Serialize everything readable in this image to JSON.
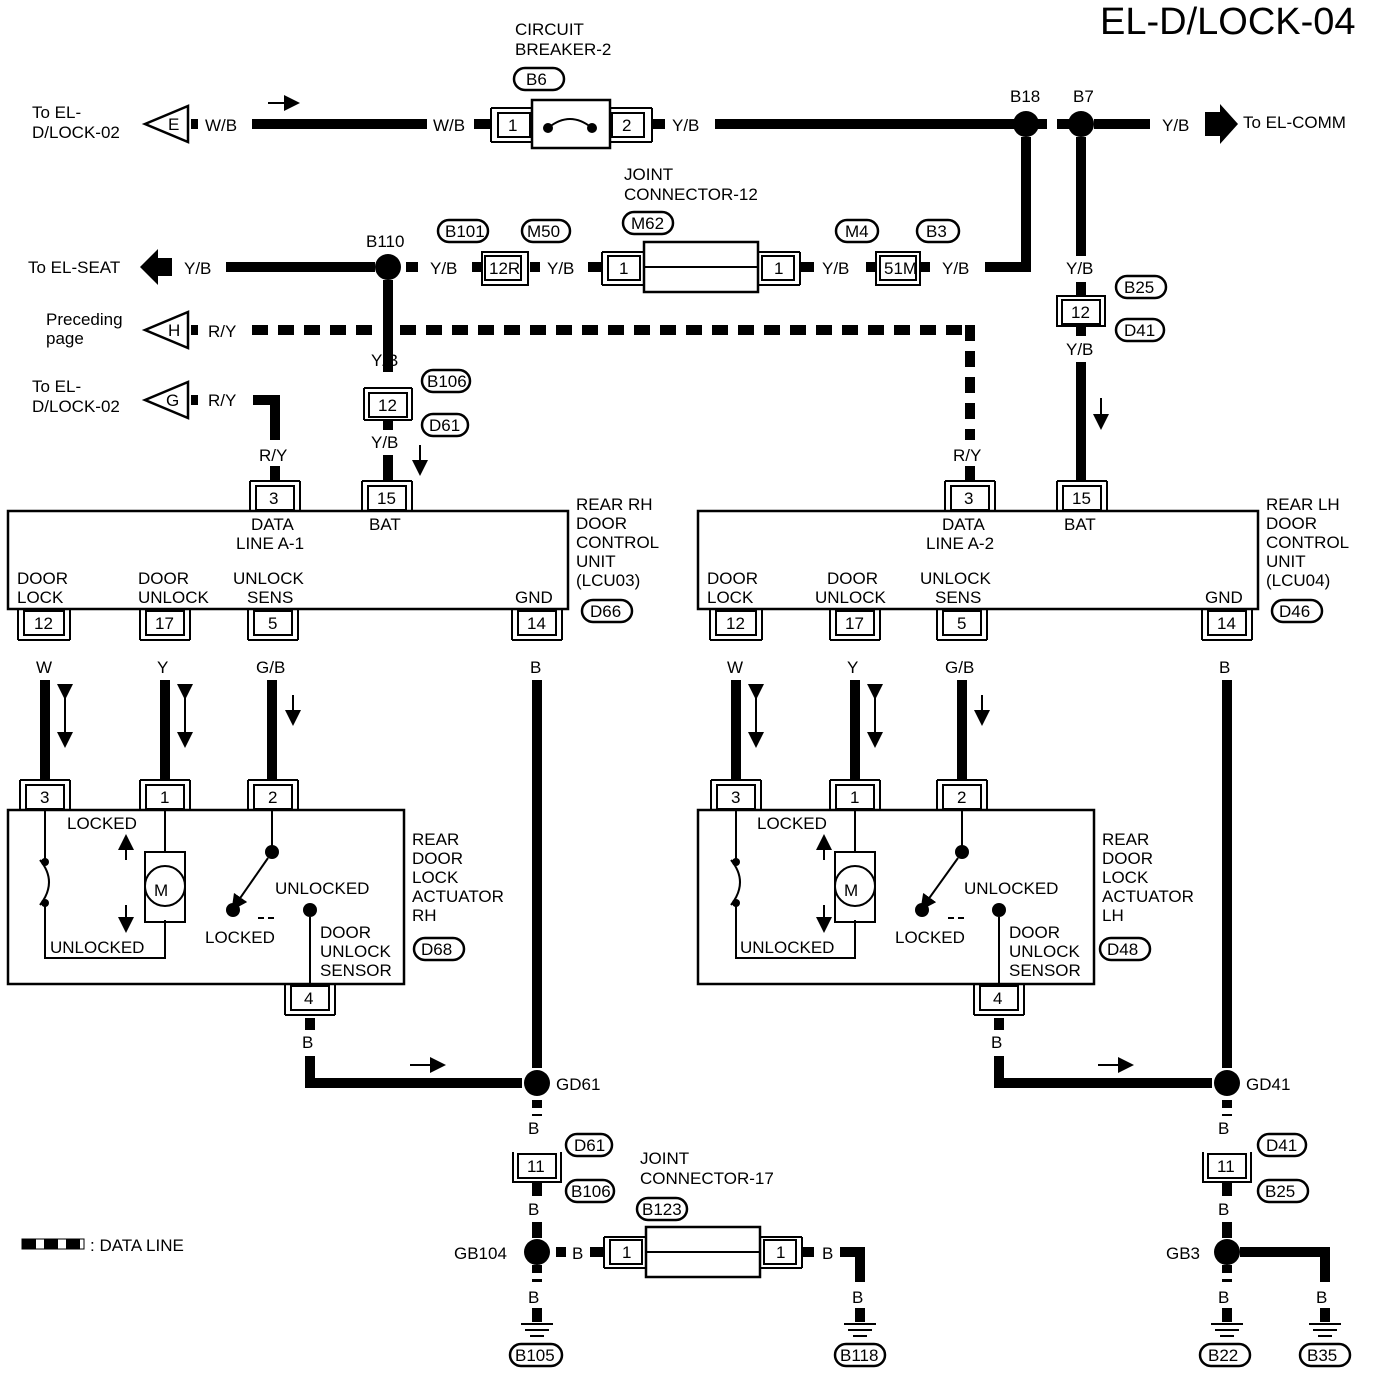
{
  "page_id": "EL-D/LOCK-04",
  "wire_colors": {
    "wb": "W/B",
    "yb": "Y/B",
    "ry": "R/Y",
    "b": "B",
    "w": "W",
    "y": "Y",
    "gb": "G/B"
  },
  "circuit_breaker": {
    "line1": "CIRCUIT",
    "line2": "BREAKER-2",
    "connector": "B6",
    "pin_in": "1",
    "pin_out": "2"
  },
  "joint12": {
    "line1": "JOINT",
    "line2": "CONNECTOR-12",
    "connector": "M62",
    "pin_l": "1",
    "pin_r": "1"
  },
  "joint17": {
    "line1": "JOINT",
    "line2": "CONNECTOR-17",
    "connector": "B123",
    "pin_l": "1",
    "pin_r": "1"
  },
  "refs": {
    "to_el_d_lock_02_a": "To EL-",
    "to_el_d_lock_02_b": "D/LOCK-02",
    "to_el_comm": "To EL-COMM",
    "to_el_seat": "To EL-SEAT",
    "preceding_a": "Preceding",
    "preceding_b": "page",
    "e": "E",
    "h": "H",
    "g": "G"
  },
  "junctions": {
    "b18": "B18",
    "b7": "B7",
    "b110": "B110",
    "gd61": "GD61",
    "gd41": "GD41",
    "gb104": "GB104",
    "gb3": "GB3"
  },
  "connectors": {
    "b101": "B101",
    "m50": "M50",
    "p12r": "12R",
    "m4": "M4",
    "b3": "B3",
    "p51m": "51M",
    "b25": "B25",
    "d41": "D41",
    "p12": "12",
    "b106": "B106",
    "d61": "D61",
    "p11": "11",
    "d66": "D66",
    "d46": "D46",
    "d68": "D68",
    "d48": "D48"
  },
  "grounds": {
    "b105": "B105",
    "b118": "B118",
    "b22": "B22",
    "b35": "B35"
  },
  "rh_unit": {
    "name_lines": [
      "REAR RH",
      "DOOR",
      "CONTROL",
      "UNIT",
      "(LCU03)"
    ],
    "data_line_a": "DATA",
    "data_line_b": "LINE A-1",
    "bat": "BAT",
    "door_lock_a": "DOOR",
    "door_lock_b": "LOCK",
    "door_unlock_a": "DOOR",
    "door_unlock_b": "UNLOCK",
    "unlock_sens_a": "UNLOCK",
    "unlock_sens_b": "SENS",
    "gnd": "GND",
    "pins": {
      "data": "3",
      "bat": "15",
      "lock": "12",
      "unlock": "17",
      "sens": "5",
      "gnd": "14"
    }
  },
  "lh_unit": {
    "name_lines": [
      "REAR LH",
      "DOOR",
      "CONTROL",
      "UNIT",
      "(LCU04)"
    ],
    "data_line_a": "DATA",
    "data_line_b": "LINE A-2",
    "bat": "BAT",
    "door_lock_a": "DOOR",
    "door_lock_b": "LOCK",
    "door_unlock_a": "DOOR",
    "door_unlock_b": "UNLOCK",
    "unlock_sens_a": "UNLOCK",
    "unlock_sens_b": "SENS",
    "gnd": "GND",
    "pins": {
      "data": "3",
      "bat": "15",
      "lock": "12",
      "unlock": "17",
      "sens": "5",
      "gnd": "14"
    }
  },
  "rh_actuator": {
    "name_lines": [
      "REAR",
      "DOOR",
      "LOCK",
      "ACTUATOR",
      "RH"
    ],
    "locked": "LOCKED",
    "unlocked": "UNLOCKED",
    "motor": "M",
    "sens_locked": "LOCKED",
    "sens_unlocked": "UNLOCKED",
    "sensor_lines": [
      "DOOR",
      "UNLOCK",
      "SENSOR"
    ],
    "pins": {
      "p3": "3",
      "p1": "1",
      "p2": "2",
      "p4": "4"
    }
  },
  "lh_actuator": {
    "name_lines": [
      "REAR",
      "DOOR",
      "LOCK",
      "ACTUATOR",
      "LH"
    ],
    "locked": "LOCKED",
    "unlocked": "UNLOCKED",
    "motor": "M",
    "sens_locked": "LOCKED",
    "sens_unlocked": "UNLOCKED",
    "sensor_lines": [
      "DOOR",
      "UNLOCK",
      "SENSOR"
    ],
    "pins": {
      "p3": "3",
      "p1": "1",
      "p2": "2",
      "p4": "4"
    }
  },
  "legend": {
    "data_line": ": DATA LINE"
  }
}
